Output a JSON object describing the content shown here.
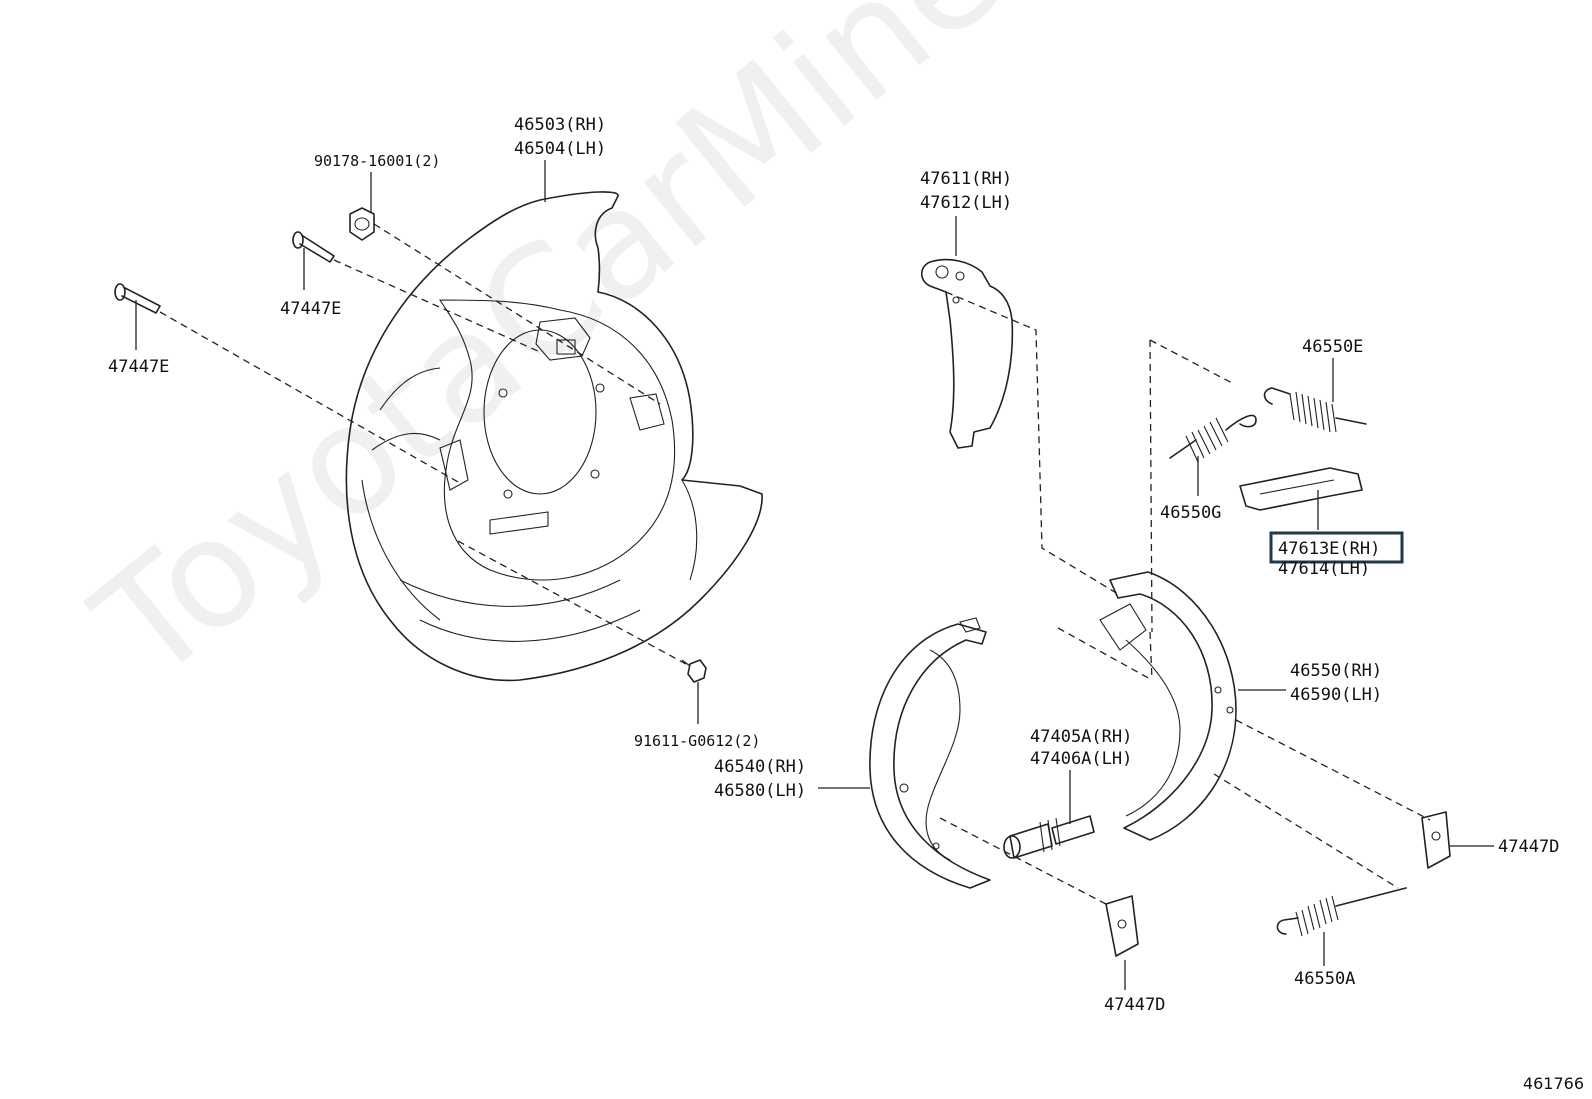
{
  "watermark": "ToyotaCarMine.ru",
  "diagram_ref": "461766",
  "labels": {
    "backing_plate_rh": "46503(RH)",
    "backing_plate_lh": "46504(LH)",
    "nut": "90178-16001(2)",
    "bolt_upper": "47447E",
    "bolt_left": "47447E",
    "screw": "91611-G0612(2)",
    "lever_rh": "47611(RH)",
    "lever_lh": "47612(LH)",
    "spring_e": "46550E",
    "spring_g": "46550G",
    "strut_rh": "47613E(RH)",
    "strut_lh": "47614(LH)",
    "shoe_right_rh": "46550(RH)",
    "shoe_right_lh": "46590(LH)",
    "shoe_left_rh": "46540(RH)",
    "shoe_left_lh": "46580(LH)",
    "adjuster_rh": "47405A(RH)",
    "adjuster_lh": "47406A(LH)",
    "clip_right": "47447D",
    "clip_bottom": "47447D",
    "spring_a": "46550A"
  },
  "highlight_color": "#1f3a4d"
}
